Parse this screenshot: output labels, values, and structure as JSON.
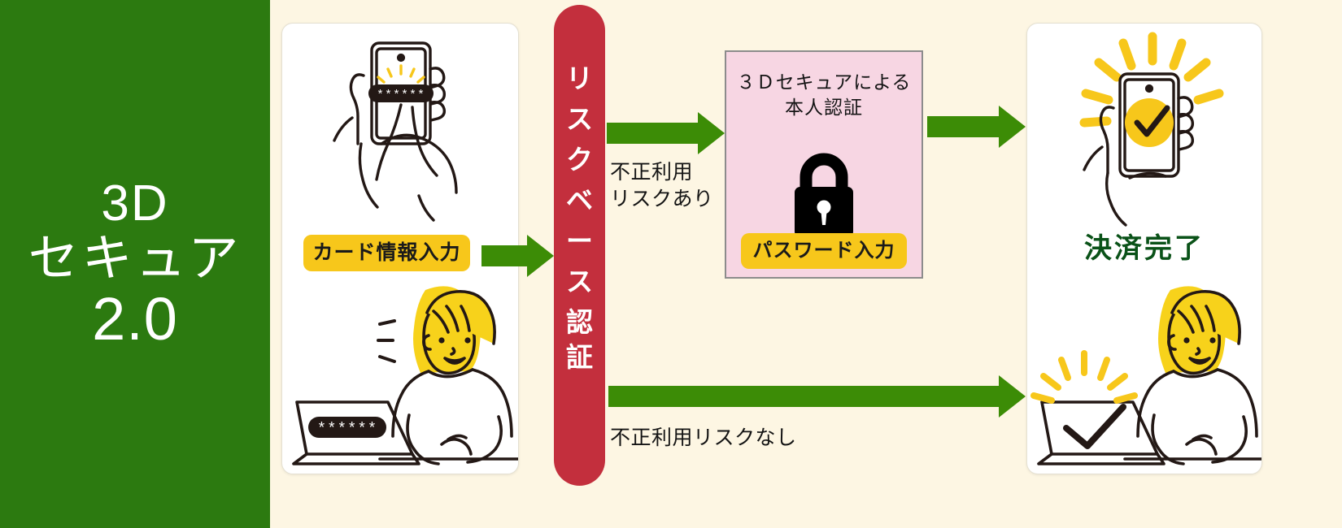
{
  "left_panel": {
    "line1": "3D",
    "line2": "セキュア",
    "line3": "2.0",
    "bg_color": "#2C7A10",
    "text_color": "#FFFFFF"
  },
  "page": {
    "background_color": "#FDF6E3"
  },
  "cards": {
    "input": {
      "badge_label": "カード情報入力",
      "phone_field_value": "******",
      "laptop_field_value": "******"
    },
    "done": {
      "title": "決済完了",
      "title_color": "#0A5218"
    }
  },
  "risk_bar": {
    "text": "リスクベース認証",
    "chars": [
      "リ",
      "ス",
      "ク",
      "ベ",
      "ー",
      "ス",
      "認",
      "証"
    ],
    "bg_color": "#C32F3D",
    "text_color": "#FFFFFF"
  },
  "branches": {
    "risk_yes_label": "不正利用\nリスクあり",
    "risk_no_label": "不正利用リスクなし"
  },
  "three_ds_box": {
    "title": "３Ｄセキュアによる\n本人認証",
    "badge_label": "パスワード入力",
    "icon": "lock-icon",
    "bg_color": "#F7D6E3",
    "border_color": "#8C8C8C"
  },
  "colors": {
    "arrow_green": "#3C8C06",
    "badge_yellow": "#F7C71B",
    "accent_red": "#C32F3D",
    "ink": "#231815"
  }
}
